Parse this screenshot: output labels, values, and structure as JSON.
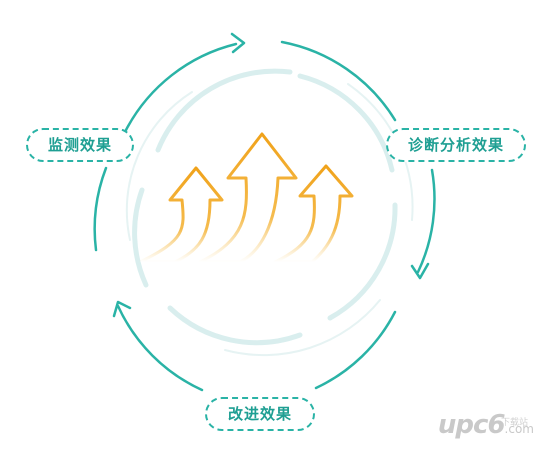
{
  "diagram": {
    "stages": {
      "monitor": "监测效果",
      "diagnose": "诊断分析效果",
      "improve": "改进效果"
    },
    "colors": {
      "cycle": "#2ab3a6",
      "inner_ring": "#d9eeee",
      "arrow_stroke": "#f2a51f",
      "arrow_fill": "#ffffff"
    }
  },
  "watermark": {
    "logo_text": "upc6",
    "domain_suffix": ".com",
    "site_name": "下载站"
  }
}
